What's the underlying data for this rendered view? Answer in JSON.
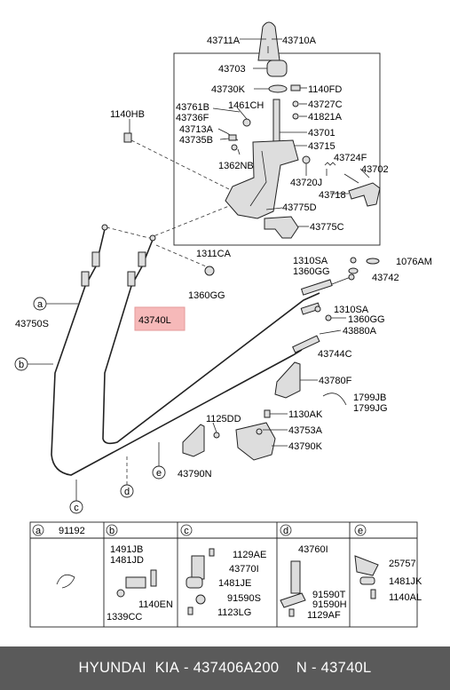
{
  "callouts": {
    "c43711A": "43711A",
    "c43710A": "43710A",
    "c43703": "43703",
    "c43730K": "43730K",
    "c1140FD": "1140FD",
    "c43761B": "43761B",
    "c1461CH": "1461CH",
    "c43727C": "43727C",
    "c43736F": "43736F",
    "c41821A": "41821A",
    "c1140HB": "1140HB",
    "c43713A": "43713A",
    "c43701": "43701",
    "c43735B": "43735B",
    "c43715": "43715",
    "c43724F": "43724F",
    "c1362NB": "1362NB",
    "c43702": "43702",
    "c43720J": "43720J",
    "c43718": "43718",
    "c43775D": "43775D",
    "c43775C": "43775C",
    "c1311CA": "1311CA",
    "c1310SA_1": "1310SA",
    "c1076AM": "1076AM",
    "c1360GG_1": "1360GG",
    "c43742": "43742",
    "c1360GG_2": "1360GG",
    "c43750S": "43750S",
    "c43740L": "43740L",
    "c1310SA_2": "1310SA",
    "c1360GG_3": "1360GG",
    "c43880A": "43880A",
    "c43744C": "43744C",
    "c43780F": "43780F",
    "c1799JB": "1799JB",
    "c1799JG": "1799JG",
    "c1125DD": "1125DD",
    "c1130AK": "1130AK",
    "c43753A": "43753A",
    "c43790K": "43790K",
    "c43790N": "43790N"
  },
  "markers": {
    "a": "a",
    "b": "b",
    "c": "c",
    "d": "d",
    "e": "e"
  },
  "legend": {
    "a_letter": "a",
    "a_part": "91192",
    "b_letter": "b",
    "b_1491JB": "1491JB",
    "b_1481JD": "1481JD",
    "b_1140EN": "1140EN",
    "b_1339CC": "1339CC",
    "c_letter": "c",
    "c_1129AE": "1129AE",
    "c_43770I": "43770I",
    "c_1481JE": "1481JE",
    "c_91590S": "91590S",
    "c_1123LG": "1123LG",
    "d_letter": "d",
    "d_43760I": "43760I",
    "d_91590T": "91590T",
    "d_91590H": "91590H",
    "d_1129AF": "1129AF",
    "e_letter": "e",
    "e_25757": "25757",
    "e_1481JK": "1481JK",
    "e_1140AL": "1140AL"
  },
  "footer": {
    "brand": "HYUNDAI  KIA",
    "part_number": "437406A200",
    "ref": "43740L"
  },
  "colors": {
    "highlight": "#f6b9b9",
    "footer_bg": "#5a5a5a"
  }
}
